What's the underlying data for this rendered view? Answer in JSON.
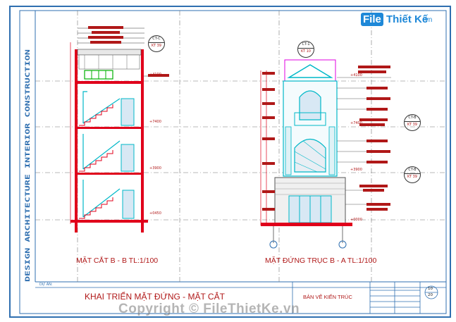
{
  "logo": {
    "file": "File",
    "rest": "Thiết Kế",
    "domain": ".vn"
  },
  "watermark": {
    "copyright": "Copyright © FileThietKe.vn"
  },
  "side_stamp": {
    "text": "DESIGN  ARCHITECTURE  INTERIOR  CONSTRUCTION"
  },
  "views": {
    "section_title": "MẶT CẮT B - B TL:1/100",
    "elevation_title": "MẶT ĐỨNG TRỤC B - A  TL:1/100"
  },
  "title_block": {
    "project_label": "DỰ ÁN:",
    "drawing_title": "KHAI TRIỂN MẶT ĐỨNG - MẶT CẮT",
    "drawing_type": "BẢN VẼ KIẾN TRÚC",
    "sheet_no": "10",
    "sheet_total": "20"
  },
  "levels": {
    "l1": "+4100",
    "l2": "+7400",
    "l3": "+3900",
    "l4": "+0450",
    "e1": "+4100",
    "e2": "+7400",
    "e3": "+3900",
    "e4": "+0000"
  },
  "callouts": {
    "c1_top": "CT-C",
    "c1_bot": "KT 39",
    "c2_top": "CT-1",
    "c2_bot": "KT 10",
    "c3_top": "CT-B",
    "c3_bot": "KT 39",
    "c4_top": "CT-B",
    "c4_bot": "KT 39"
  },
  "colors": {
    "frame": "#2f6fb0",
    "grid": "#6a6a6a",
    "wall": "#e0001b",
    "cyan": "#00b8c8",
    "magenta": "#e000e0",
    "label_red": "#b01818",
    "brand_blue": "#1e88d8"
  }
}
